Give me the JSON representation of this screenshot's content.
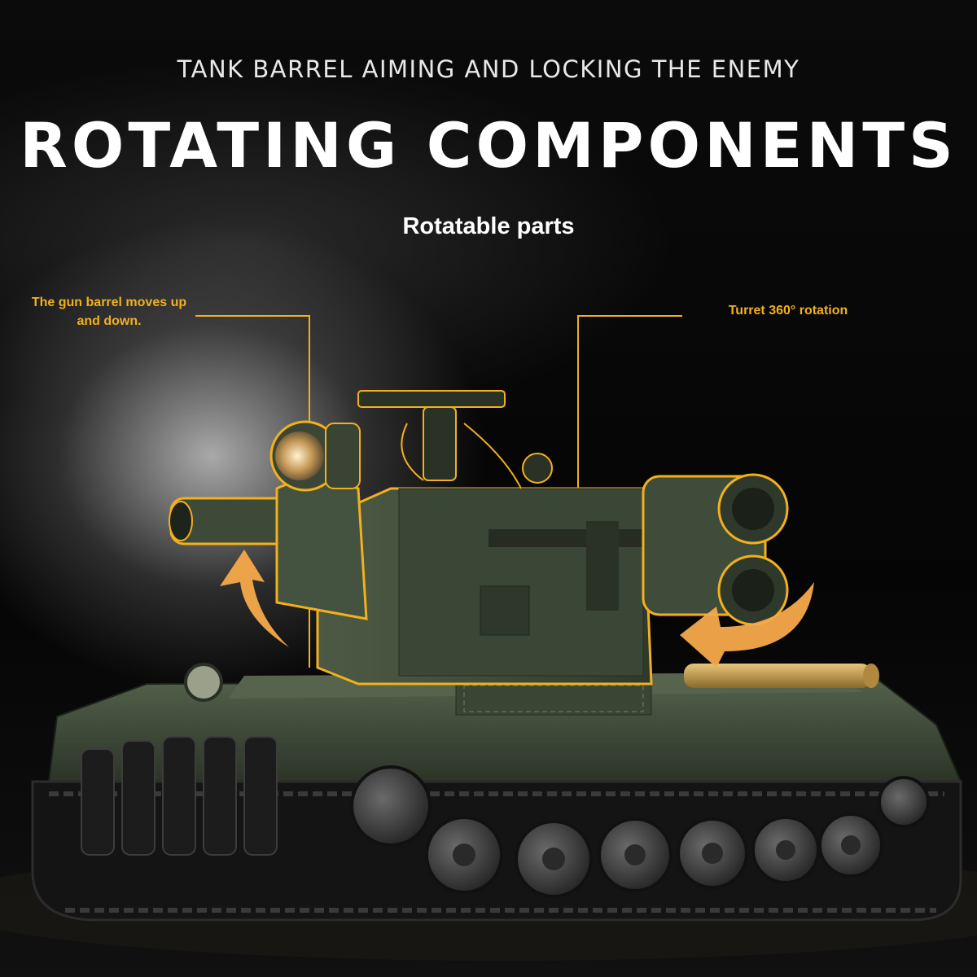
{
  "header": {
    "subtitle": "TANK BARREL AIMING AND LOCKING THE ENEMY",
    "title": "ROTATING COMPONENTS",
    "tagline": "Rotatable parts"
  },
  "callouts": {
    "gun_barrel": "The gun barrel moves up and down.",
    "turret": "Turret 360° rotation"
  },
  "colors": {
    "accent": "#f2b01e",
    "arrow": "#f6a94a",
    "tank_green": "#3f4c3a",
    "background": "#050505"
  }
}
